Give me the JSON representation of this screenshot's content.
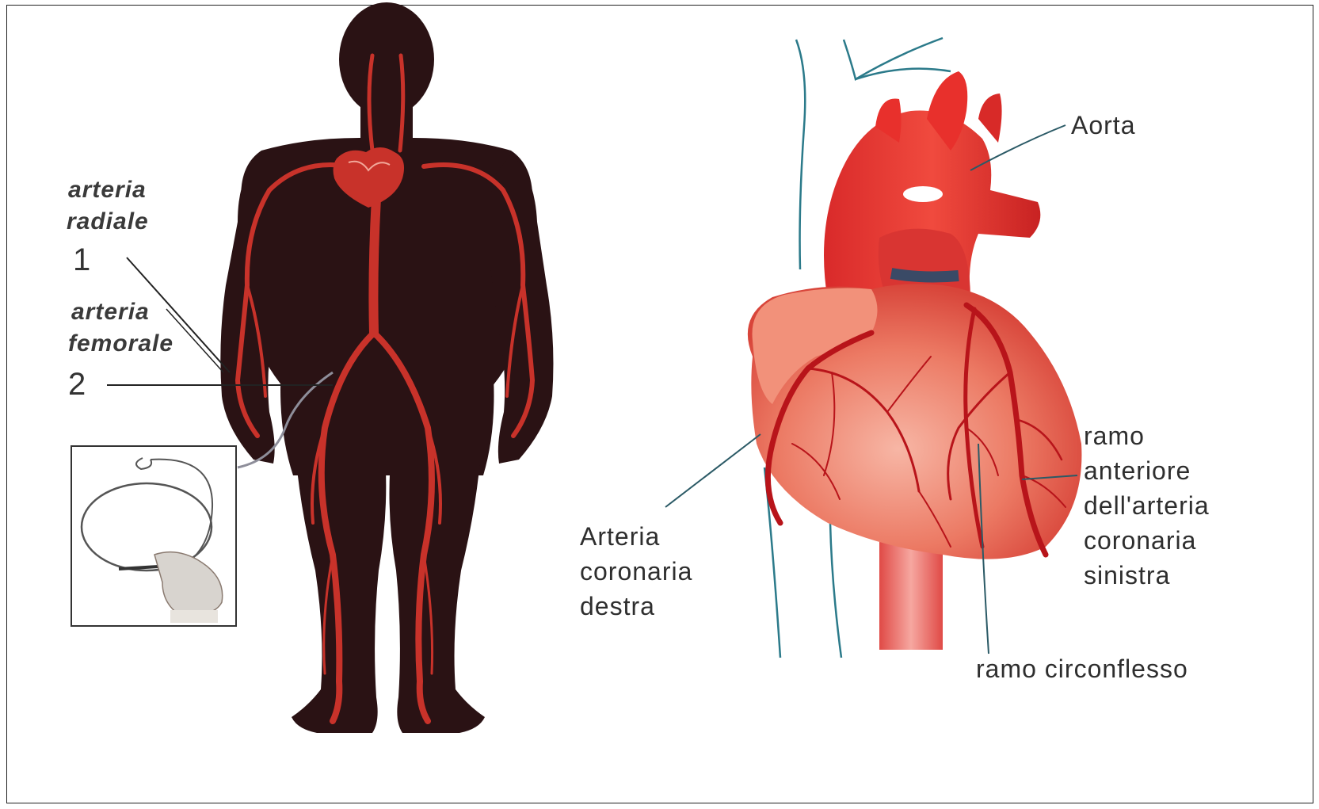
{
  "left_labels": {
    "arteria_radiale_line1": "arteria",
    "arteria_radiale_line2": "radiale",
    "num1": "1",
    "arteria_femorale_line1": "arteria",
    "arteria_femorale_line2": "femorale",
    "num2": "2"
  },
  "right_labels": {
    "aorta": "Aorta",
    "ramo_anteriore": [
      "ramo",
      "anteriore",
      "dell'arteria",
      "coronaria",
      "sinistra"
    ],
    "arteria_coronaria_destra": [
      "Arteria",
      "coronaria",
      "destra"
    ],
    "ramo_circonflesso": "ramo circonflesso"
  },
  "colors": {
    "silhouette": "#2a1214",
    "artery": "#c8322a",
    "heart": "#e8503f",
    "heart_light": "#f29a86",
    "guide_line": "#2b7a8a"
  }
}
